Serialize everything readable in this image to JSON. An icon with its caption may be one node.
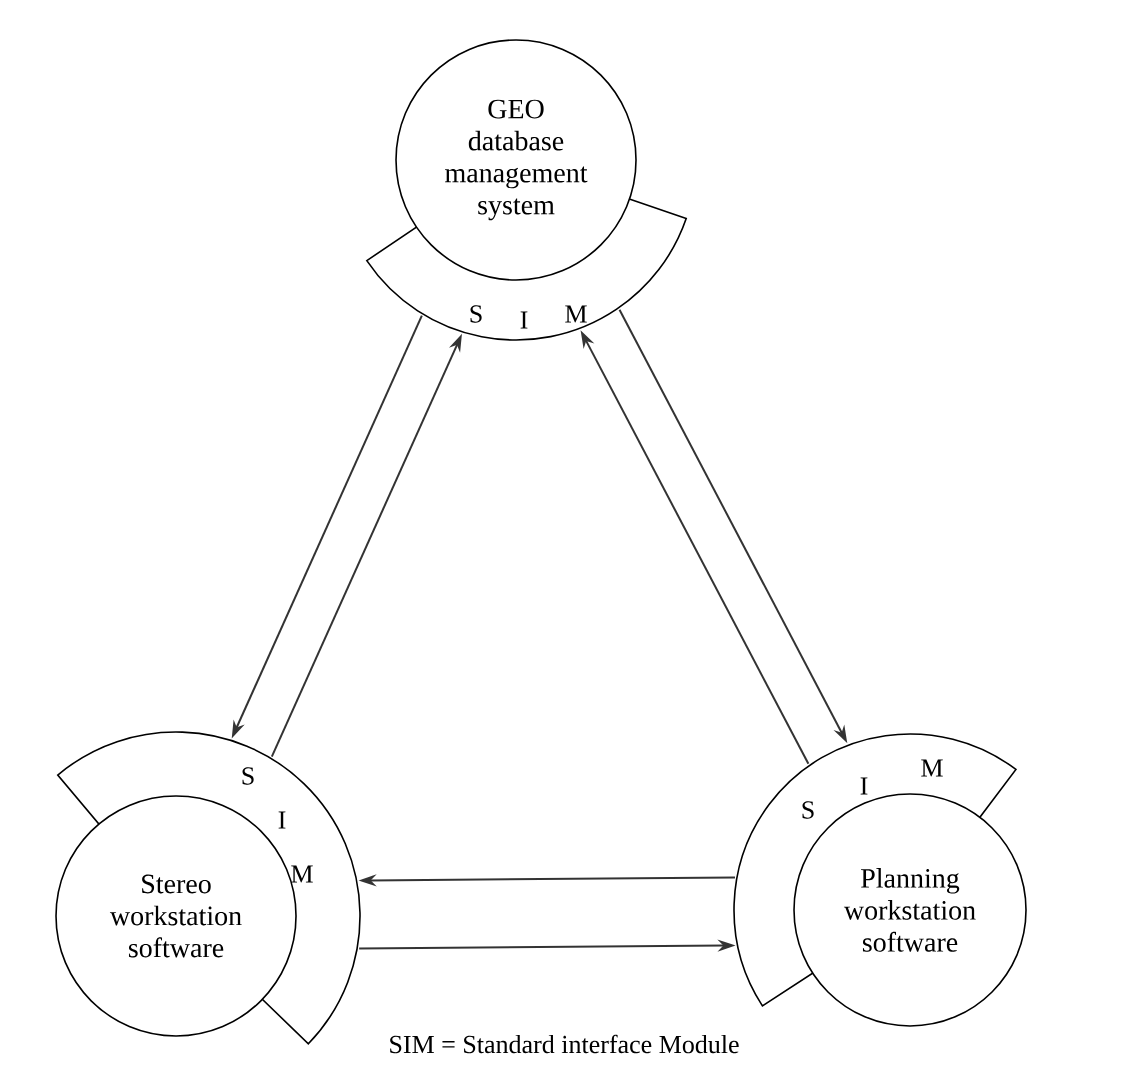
{
  "diagram": {
    "nodes": [
      {
        "text": [
          "GEO database management system",
          "S",
          "I",
          "M"
        ]
      },
      {
        "text": [
          "Stereo workstation software",
          "S",
          "I",
          "M"
        ]
      },
      {
        "text": [
          "Planning workstation software",
          "S",
          "I",
          "M"
        ]
      }
    ],
    "edges": [
      {
        "from": 0,
        "to": 1,
        "arrow": "to"
      },
      {
        "from": 1,
        "to": 0,
        "arrow": "to"
      },
      {
        "from": 2,
        "to": 0,
        "arrow": "to"
      },
      {
        "from": 0,
        "to": 2,
        "arrow": "to"
      },
      {
        "from": 2,
        "to": 1,
        "arrow": "to"
      },
      {
        "from": 1,
        "to": 2,
        "arrow": "to"
      }
    ],
    "labels": [
      "SIM = Standard interface Module"
    ]
  }
}
